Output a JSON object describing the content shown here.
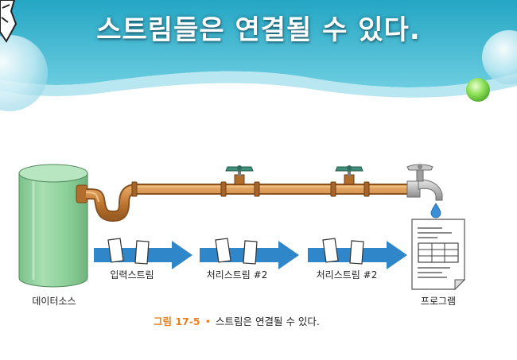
{
  "header": {
    "title": "스트림들은 연결될 수 있다."
  },
  "diagram": {
    "source_label": "데이터소스",
    "program_label": "프로그램",
    "stream_labels": [
      "입력스트림",
      "처리스트림 #2",
      "처리스트림 #2"
    ]
  },
  "caption": {
    "number": "그림 17-5",
    "text": "스트림은 연결될 수 있다."
  },
  "colors": {
    "header_top": "#2eaec9",
    "header_bottom": "#aee4ef",
    "pipe": "#c8843c",
    "tank": "#8fcf9c",
    "arrow": "#2f86c9",
    "valve": "#3f8f7a",
    "caption_accent": "#e9801e"
  }
}
